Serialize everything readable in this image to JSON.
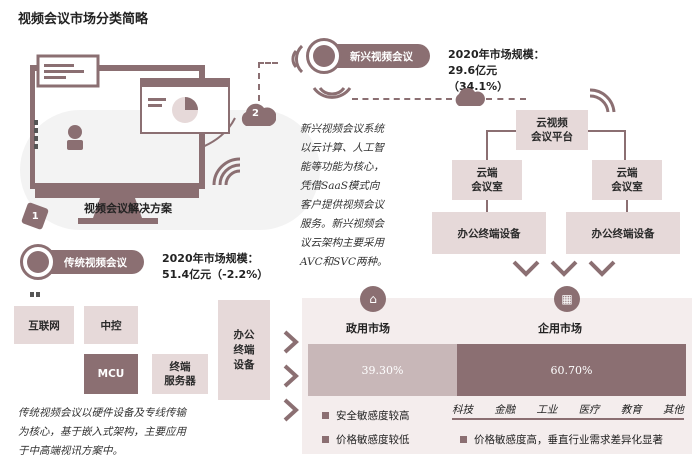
{
  "title": "视频会议市场分类简略",
  "solution_label": "视频会议解决方案",
  "step1": "1",
  "step2": "2",
  "new": {
    "label": "新兴视频会议",
    "market_size_label": "2020年市场规模：",
    "market_size_value": "29.6亿元",
    "growth": "（34.1%）",
    "desc": [
      "新兴视频会议系统",
      "以云计算、人工智",
      "能等功能为核心，",
      "凭借SaaS模式向",
      "客户提供视频会议",
      "服务。新兴视频会",
      "议云架构主要采用",
      "AVC和SVC两种。"
    ]
  },
  "cloud": {
    "platform": [
      "云视频",
      "会议平台"
    ],
    "room_left": [
      "云端",
      "会议室"
    ],
    "room_right": [
      "云端",
      "会议室"
    ],
    "device_left": "办公终端设备",
    "device_right": "办公终端设备"
  },
  "traditional": {
    "label": "传统视频会议",
    "market_size_label": "2020年市场规模：",
    "market_size_value": "51.4亿元（-2.2%）",
    "internet": "互联网",
    "control": "中控",
    "mcu": "MCU",
    "terminal_server": [
      "终端",
      "服务器"
    ],
    "office_device": [
      "办公",
      "终端",
      "设备"
    ],
    "desc": [
      "传统视频会议以硬件设备及专线传输",
      "为核心，基于嵌入式架构，主要应用",
      "于中高端视讯方案中。"
    ]
  },
  "market": {
    "gov_label": "政用市场",
    "ent_label": "企用市场",
    "gov_pct": "39.30%",
    "ent_pct": "60.70%",
    "gov_share": 39.3,
    "ent_share": 60.7,
    "gov_notes": [
      "安全敏感度较高",
      "价格敏感度较低"
    ],
    "industries": [
      "科技",
      "金融",
      "工业",
      "医疗",
      "教育",
      "其他"
    ],
    "ent_note": "价格敏感度高，垂直行业需求差异化显著"
  },
  "colors": {
    "accent": "#8b6f72",
    "light": "#e6d9d9",
    "lighter": "#efe6e6"
  }
}
